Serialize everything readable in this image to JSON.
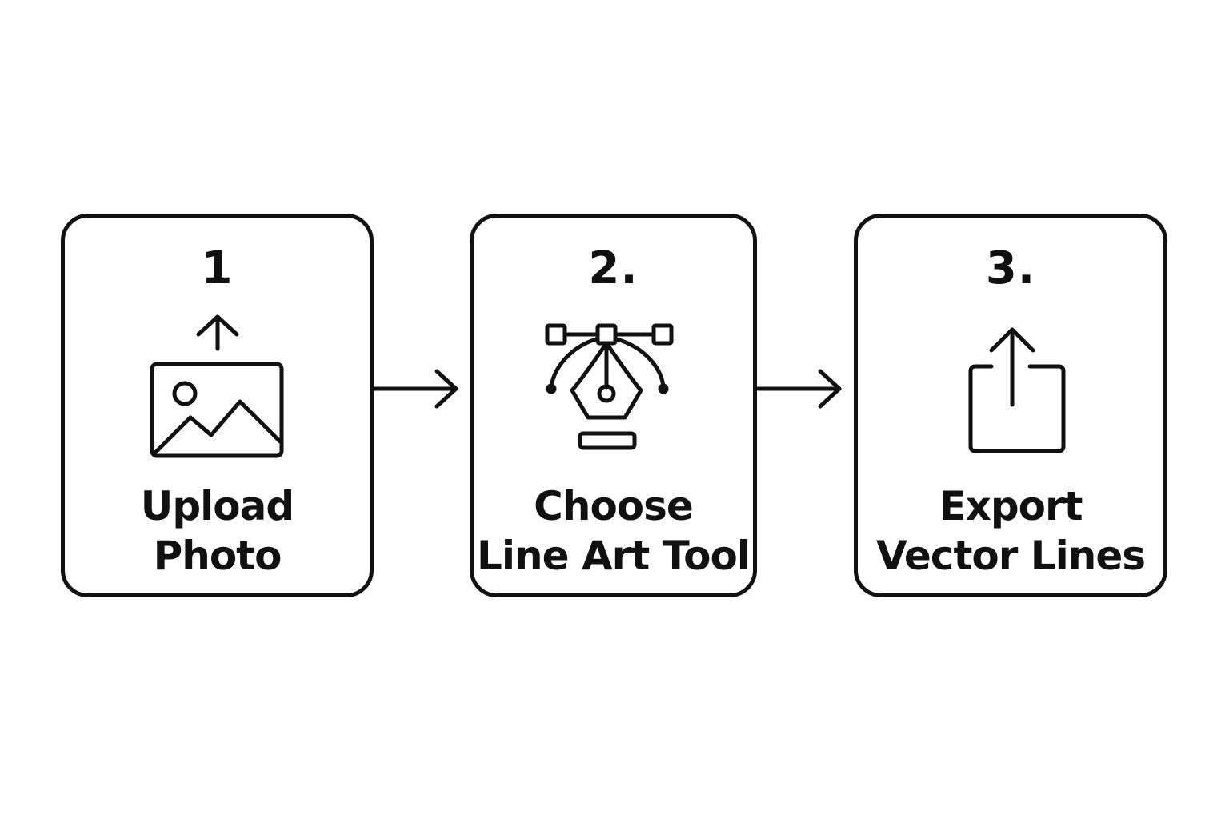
{
  "steps": [
    {
      "number": "1",
      "label_lines": [
        "Upload",
        "Photo"
      ],
      "icon": "image-upload-icon"
    },
    {
      "number": "2.",
      "label_lines": [
        "Choose",
        "Line Art Tool"
      ],
      "icon": "pen-tool-icon"
    },
    {
      "number": "3.",
      "label_lines": [
        "Export",
        "Vector Lines"
      ],
      "icon": "export-share-icon"
    }
  ],
  "connectors": [
    "arrow-right-icon",
    "arrow-right-icon"
  ],
  "colors": {
    "stroke": "#111111",
    "background": "#ffffff"
  }
}
